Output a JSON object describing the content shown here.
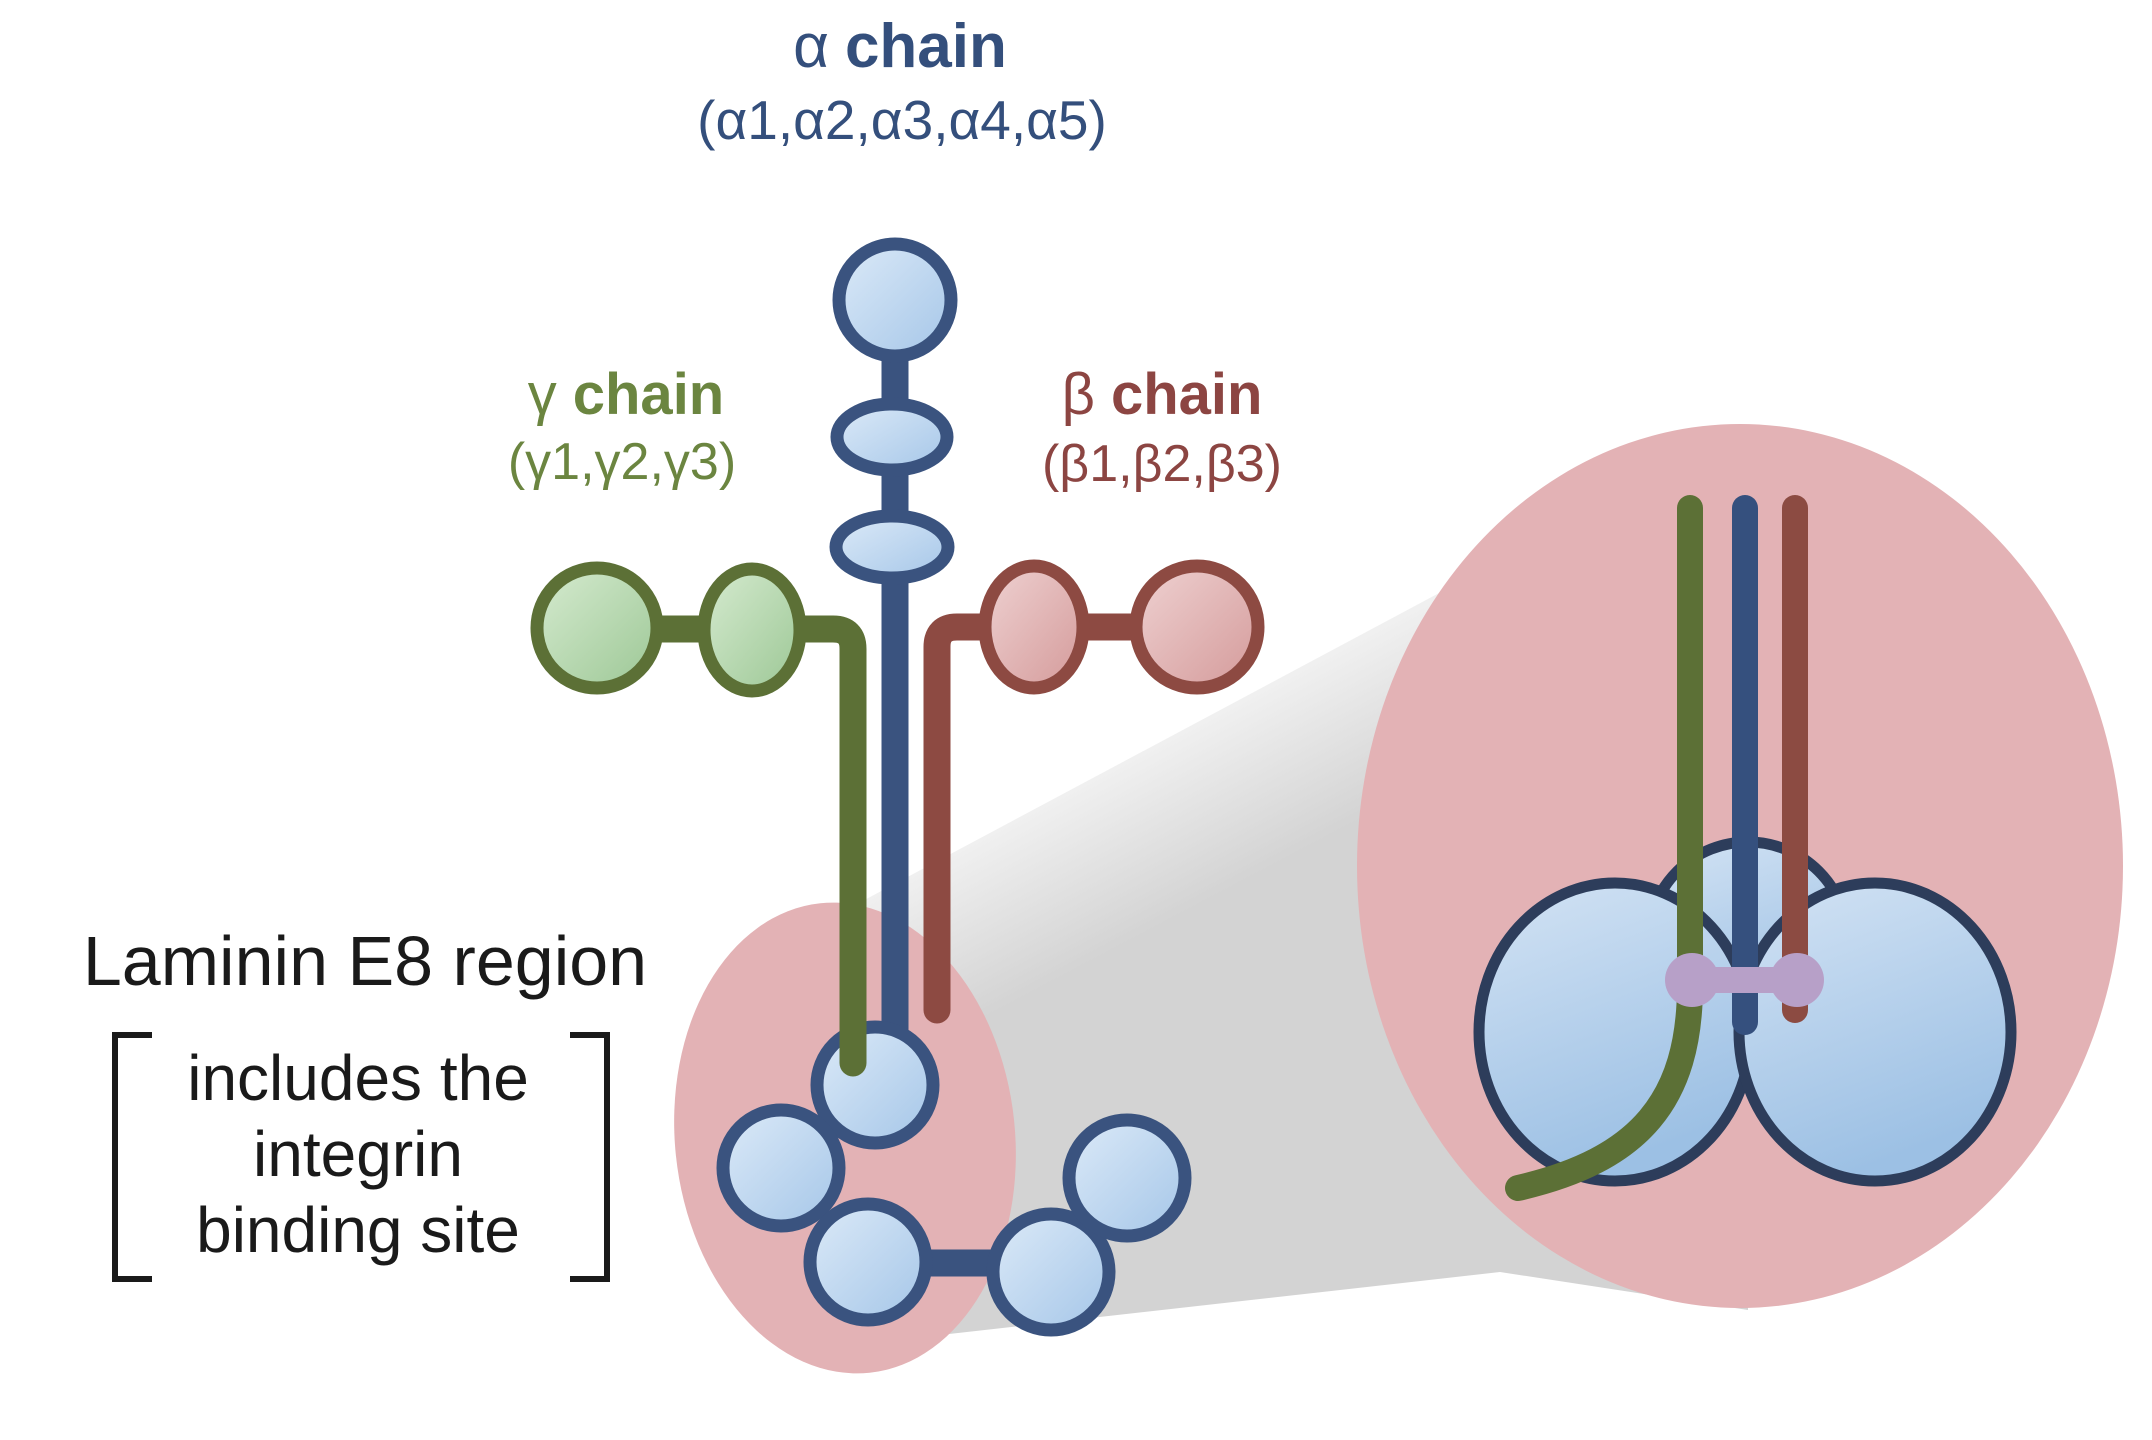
{
  "chains": {
    "alpha": {
      "symbol": "α",
      "word": "chain",
      "variants": "(α1,α2,α3,α4,α5)",
      "color": "#344F7C"
    },
    "gamma": {
      "symbol": "γ",
      "word": "chain",
      "variants": "(γ1,γ2,γ3)",
      "color": "#6B8540"
    },
    "beta": {
      "symbol": "β",
      "word": "chain",
      "variants": "(β1,β2,β3)",
      "color": "#8C4542"
    }
  },
  "annotation": {
    "heading": "Laminin E8 region",
    "bracket_lines": [
      "includes the",
      "integrin",
      "binding site"
    ]
  },
  "colors": {
    "highlight_pink": "#E3B2B5",
    "beam_gray": "#D3D3D3",
    "laminin_blue_stroke": "#3A537F",
    "laminin_blue_fill_light": "#D9E8F7",
    "laminin_blue_fill_dark": "#A8C8E9",
    "gamma_green_stroke": "#5C7036",
    "gamma_green_fill_light": "#D3E9CD",
    "gamma_green_fill_dark": "#9FC998",
    "beta_red_stroke": "#8D4A42",
    "beta_red_fill_light": "#EED0D0",
    "beta_red_fill_dark": "#D59C9C",
    "lobe_stroke": "#2D3D5B",
    "integrin_binding_purple": "#B7A0C8",
    "text_black": "#1A1A1A"
  }
}
